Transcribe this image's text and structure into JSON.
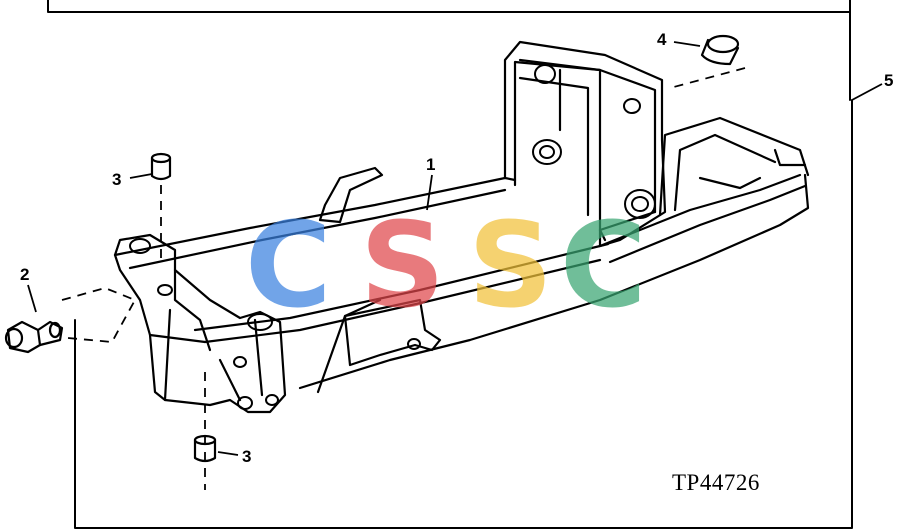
{
  "figure_id": "TP44726",
  "callouts": {
    "c1": "1",
    "c2": "2",
    "c3_top": "3",
    "c3_bottom": "3",
    "c4": "4",
    "c5": "5"
  },
  "watermark": {
    "letters": [
      "C",
      "S",
      "S",
      "C"
    ],
    "colors": [
      "#3b82e0",
      "#e0474c",
      "#f2c23a",
      "#3aa672"
    ]
  },
  "colors": {
    "line": "#000000",
    "background": "#ffffff"
  }
}
